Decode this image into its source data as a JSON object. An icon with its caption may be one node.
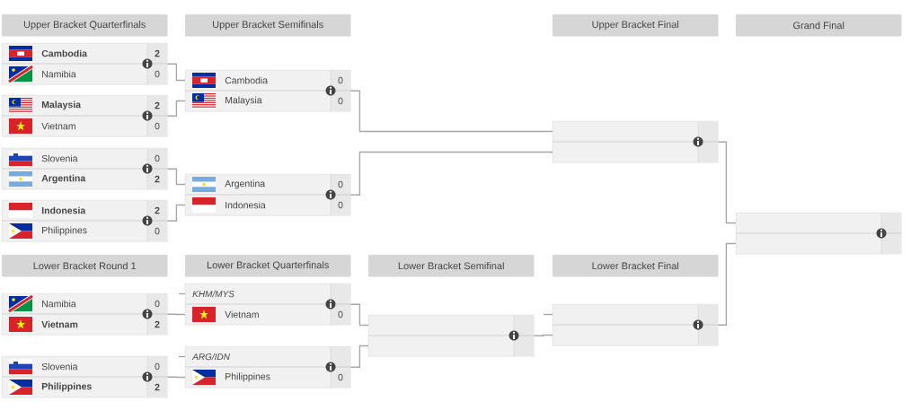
{
  "diagram": {
    "nodes": [
      {
        "text": [
          "Upper Bracket Quarterfinals"
        ]
      },
      {
        "text": [
          "Upper Bracket Semifinals"
        ]
      },
      {
        "text": [
          "Upper Bracket Final"
        ]
      },
      {
        "text": [
          "Grand Final"
        ]
      },
      {
        "text": [
          "Cambodia",
          "2",
          "Namibia",
          "0"
        ]
      },
      {
        "text": [
          "Malaysia",
          "2",
          "Vietnam",
          "0"
        ]
      },
      {
        "text": [
          "Slovenia",
          "0",
          "Argentina",
          "2"
        ]
      },
      {
        "text": [
          "Indonesia",
          "2",
          "Philippines",
          "0"
        ]
      },
      {
        "text": [
          "Cambodia",
          "0",
          "Malaysia",
          "0"
        ]
      },
      {
        "text": [
          "Argentina",
          "0",
          "Indonesia",
          "0"
        ]
      },
      {
        "text": [],
        "shape": "box"
      },
      {
        "text": [],
        "shape": "box"
      },
      {
        "text": [
          "Lower Bracket Round 1"
        ]
      },
      {
        "text": [
          "Lower Bracket Quarterfinals"
        ]
      },
      {
        "text": [
          "Lower Bracket Semifinal"
        ]
      },
      {
        "text": [
          "Lower Bracket Final"
        ]
      },
      {
        "text": [
          "Namibia",
          "0",
          "Vietnam",
          "2"
        ]
      },
      {
        "text": [
          "Slovenia",
          "0",
          "Philippines",
          "2"
        ]
      },
      {
        "text": [
          "KHM/MYS",
          "Vietnam",
          "0"
        ]
      },
      {
        "text": [
          "ARG/IDN",
          "Philippines",
          "0"
        ]
      },
      {
        "text": [],
        "shape": "box"
      },
      {
        "text": [],
        "shape": "box"
      }
    ],
    "edges": [
      {
        "from": 4,
        "to": 8,
        "arrow": "none"
      },
      {
        "from": 5,
        "to": 8,
        "arrow": "none"
      },
      {
        "from": 6,
        "to": 9,
        "arrow": "none"
      },
      {
        "from": 7,
        "to": 9,
        "arrow": "none"
      },
      {
        "from": 8,
        "to": 10,
        "arrow": "none"
      },
      {
        "from": 9,
        "to": 10,
        "arrow": "none"
      },
      {
        "from": 10,
        "to": 11,
        "arrow": "none"
      },
      {
        "from": 21,
        "to": 11,
        "arrow": "none"
      },
      {
        "from": 16,
        "to": 18,
        "arrow": "none"
      },
      {
        "from": 17,
        "to": 19,
        "arrow": "none"
      },
      {
        "from": 18,
        "to": 20,
        "arrow": "none"
      },
      {
        "from": 19,
        "to": 20,
        "arrow": "none"
      },
      {
        "from": 20,
        "to": 21,
        "arrow": "none"
      },
      {
        "from": null,
        "to": 18,
        "arrow": "none"
      },
      {
        "from": null,
        "to": 19,
        "arrow": "none"
      },
      {
        "from": null,
        "to": 21,
        "arrow": "none"
      }
    ]
  }
}
